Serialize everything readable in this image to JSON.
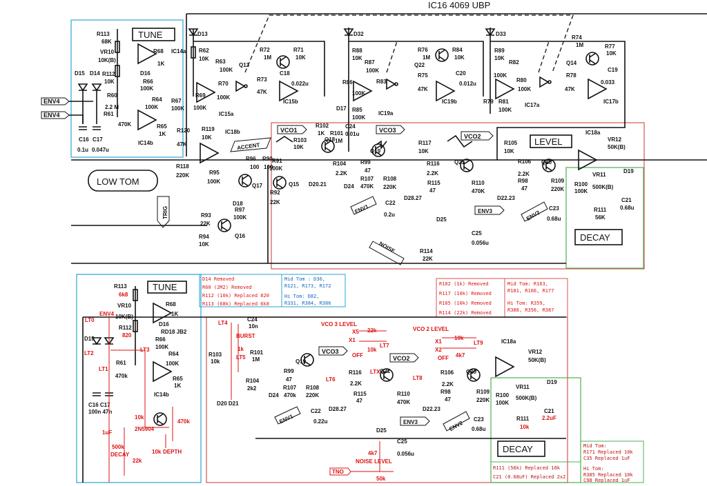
{
  "top_title": "IC16  4069 UBP",
  "inputs": [
    "ENV4",
    "ENV4"
  ],
  "boxes": {
    "tune": "TUNE",
    "low_tom": "LOW TOM",
    "level": "LEVEL",
    "decay": "DECAY",
    "accent": "ACCENT",
    "trig": "TRIG",
    "noise": "NOISE",
    "vco1": "VCO1",
    "vco2": "VCO2",
    "vco3": "VCO3",
    "env1": "ENV1",
    "env2": "ENV2",
    "env3": "ENV3"
  },
  "top_labels": {
    "r113": "R113",
    "r113v": "68K",
    "vr10": "VR10",
    "vr10v": "10K(B)",
    "r112": "R112",
    "r112v": "10K",
    "d15": "D15",
    "d14": "D14",
    "d16": "D16",
    "r60": "R60",
    "r60v": "2.2 M",
    "r61": "R61",
    "r61v": "470K",
    "c16": "C16",
    "c16v": "0.1u",
    "c17": "C17",
    "c17v": "0.047u",
    "r68": "R68",
    "r68v": "1K",
    "ic14a": "IC14a",
    "r66": "R66",
    "r66v": "100K",
    "r64": "R64",
    "r64v": "100K",
    "r65": "R65",
    "r65v": "1K",
    "ic14b": "IC14b",
    "r67": "R67",
    "r67v": "100K",
    "d13": "D13",
    "r62": "R62",
    "r62v": "10K",
    "r63": "R63",
    "r63v": "100K",
    "r69": "R69",
    "r69v": "100K",
    "r70": "R70",
    "r70v": "100K",
    "ic15a": "IC15a",
    "ic15b": "IC15b",
    "q13": "Q13",
    "r72": "R72",
    "r72v": "1M",
    "r71": "R71",
    "r71v": "10K",
    "c18": "C18",
    "c18v": "0.022u",
    "r73": "R73",
    "r73v": "47K",
    "d32": "D32",
    "r88": "R88",
    "r88v": "10K",
    "r87": "R87",
    "r87v": "100K",
    "r86": "R86",
    "r86v": "100K",
    "r83": "R83",
    "r85": "R85",
    "r85v": "100K",
    "d17": "D17",
    "ic19a": "IC19a",
    "ic19b": "IC19b",
    "r76": "R76",
    "r76v": "1M",
    "r84": "R84",
    "r84v": "10K",
    "q22": "Q22",
    "r75": "R75",
    "c20": "C20",
    "c20v": "0.012u",
    "r75v": "47K",
    "d33": "D33",
    "r89": "R89",
    "r89v": "10K",
    "r82": "R82",
    "r82v": "100K",
    "r80": "R80",
    "r80v": "100K",
    "r81": "R81",
    "r81v": "100K",
    "r79": "R79",
    "ic17a": "IC17a",
    "ic17b": "IC17b",
    "r74": "R74",
    "r74v": "1M",
    "r77": "R77",
    "r77v": "10K",
    "q14": "Q14",
    "r78": "R78",
    "r78v": "47K",
    "c19": "C19",
    "c19v": "0.033",
    "r120": "R120",
    "r120v": "47K",
    "r119": "R119",
    "r119v": "10K",
    "ic18b": "IC18b",
    "r118": "R118",
    "r118v": "220K",
    "r95": "R95",
    "r95v": "100K",
    "r96": "R96",
    "r96v": "100",
    "r90": "R90",
    "r90v": "100",
    "r91": "R91",
    "r91v": "100K",
    "q17": "Q17",
    "q15": "Q15",
    "d18": "D18",
    "r97": "R97",
    "r97v": "100K",
    "r92": "R92",
    "r92v": "22K",
    "r93": "R93",
    "r93v": "22K",
    "r94": "R94",
    "r94v": "10K",
    "q16": "Q16",
    "r102": "R102",
    "r102v": "1K",
    "r103": "R103",
    "r103v": "10K",
    "q18": "Q18",
    "r101": "R101",
    "r101v": "1M",
    "c24": "C24",
    "c24v": "0.01u",
    "d20_21": "D20.21",
    "r104": "R104",
    "r104v": "2.2K",
    "r99": "R99",
    "r99v": "47",
    "r107": "R107",
    "r107v": "470K",
    "d24": "D24",
    "q19": "Q19",
    "r108": "R108",
    "r108v": "220K",
    "c22": "C22",
    "c22v": "0.2u",
    "d25": "D25",
    "d28_27": "D28.27",
    "r117": "R117",
    "r117v": "10K",
    "r116": "R116",
    "r116v": "2.2K",
    "r115": "R115",
    "r115v": "47",
    "q21": "Q21",
    "r110": "R110",
    "r110v": "470K",
    "r105": "R105",
    "r105v": "10K",
    "r106": "R106",
    "r106v": "2.2K",
    "r98": "R98",
    "r98v": "47",
    "q20": "Q20",
    "r109": "R109",
    "r109v": "220K",
    "d22_23": "D22.23",
    "c25": "C25",
    "c25v": "0.056u",
    "r114": "R114",
    "r114v": "22K",
    "c23": "C23",
    "c23v": "0.68u",
    "ic18a": "IC18a",
    "vr12": "VR12",
    "vr12v": "50K(B)",
    "vr11": "VR11",
    "vr11v": "500K(B)",
    "r100": "R100",
    "r100v": "100K",
    "r111": "R111",
    "r111v": "56K",
    "d19": "D19",
    "c21": "C21",
    "c21v": "0.68u"
  },
  "bottom_labels": {
    "r113": "R113",
    "r113v": "6k8",
    "vr10": "VR10",
    "vr10v": "10K(B)",
    "r112": "R112",
    "r112v": "820",
    "env4": "ENV4",
    "lt0": "LT0",
    "lt1": "LT1",
    "lt2": "LT2",
    "lt3": "LT3",
    "d15": "D15",
    "c16c17": "C16 C17",
    "c16c17v": "100n 47n",
    "r61": "R61",
    "r61v": "470k",
    "r68": "R68",
    "r68v": "1K",
    "d16": "D16",
    "rd18": "RD18 JB2",
    "r66": "R66",
    "r66v": "100K",
    "r64": "R64",
    "r64v": "100K",
    "r65": "R65",
    "r65v": "1K",
    "ic14b": "IC14b",
    "tr": "2N5904",
    "r10k": "10k",
    "r470k": "470k",
    "c1uf": "1uF",
    "pot500k": "500k",
    "decay_lbl": "DECAY",
    "depth_lbl": "DEPTH",
    "r22k": "22k",
    "pot10k": "10k",
    "lt4": "LT4",
    "c24": "C24",
    "c24v": "10n",
    "burst": "BURST",
    "r103": "R103",
    "r103v": "10k",
    "lt5": "LT5",
    "r1k": "1k",
    "r101": "R101",
    "r101v": "1M",
    "r104": "R104",
    "r104v": "2k2",
    "d20d21": "D20 D21",
    "vco3_level": "VCO 3\nLEVEL",
    "vco2_level": "VCO 2\nLEVEL",
    "x5": "X5",
    "x1a": "X1",
    "x2": "X2",
    "x1b": "X1",
    "off": "OFF",
    "r22ka": "22k",
    "r10ka": "10k",
    "r10kb": "10k",
    "r4k7": "4k7",
    "lt6": "LT6",
    "ltx": "LTX",
    "lt7": "LT7",
    "lt8": "LT8",
    "lt9": "LT9",
    "r99": "R99",
    "r99v": "47",
    "r107": "R107",
    "r107v": "470k",
    "d24": "D24",
    "q19": "Q19",
    "r108": "R108",
    "r108v": "220K",
    "c22": "C22",
    "c22v": "0.22u",
    "d25": "D25",
    "d28_27": "D28.27",
    "r116": "R116",
    "r116v": "2.2K",
    "r115": "R115",
    "r115v": "47",
    "q21": "Q21",
    "r110": "R110",
    "r110v": "470K",
    "r106": "R106",
    "r106v": "2.2K",
    "r98": "R98",
    "r98v": "47",
    "q20": "Q20",
    "r109": "R109",
    "r109v": "220K",
    "d22_23": "D22.23",
    "c23": "C23",
    "c23v": "0.68u",
    "c25": "C25",
    "c25v": "0.056u",
    "ic18a": "IC18a",
    "vr12": "VR12",
    "vr12v": "50K(B)",
    "vr11": "VR11",
    "vr11v": "500K(B)",
    "r100": "R100",
    "r100v": "100K",
    "r111": "R111",
    "r111v": "10k",
    "d19": "D19",
    "c21": "C21",
    "c21v": "2.2uF",
    "r4k7b": "4k7",
    "tno": "TNO",
    "noise_level": "NOISE\nLEVEL",
    "r50k": "50k"
  },
  "notes": {
    "blue_removed": [
      "D14 Removed",
      "R60 (2M2) Removed",
      "R112 (10k) Replaced 820",
      "R113 (68k) Replaced 6k8"
    ],
    "blue_toms": [
      "Mid Tom : D36,",
      "R121, R173, R172",
      "",
      "Hi Tom: D82,",
      "R331, R384, R386"
    ],
    "red_removed": [
      "R102 (1k) Removed",
      "R117 (10k) Removed",
      "R105 (10k) Removed",
      "R114 (22k) Removed"
    ],
    "red_toms": [
      "Mid Tom: R163,",
      "R181, R166, R177",
      "",
      "Hi Tom: R359,",
      "R388, R356, R387"
    ],
    "green_replaced": [
      "R111 (56k) Replaced 10k",
      "C21 (0.68uF) Replaced 2x2"
    ],
    "green_toms": [
      "Mid Tom:",
      "R171 Replaced 10k",
      "C35 Replaced 1uF",
      "",
      "Hi Tom:",
      "R385 Replaced 10k",
      "C98 Replaced 1uF"
    ]
  },
  "colors": {
    "blue_box": "#29a3d6",
    "red_box": "#d9534f",
    "green_box": "#4caf50",
    "mod_red": "#d11111"
  }
}
